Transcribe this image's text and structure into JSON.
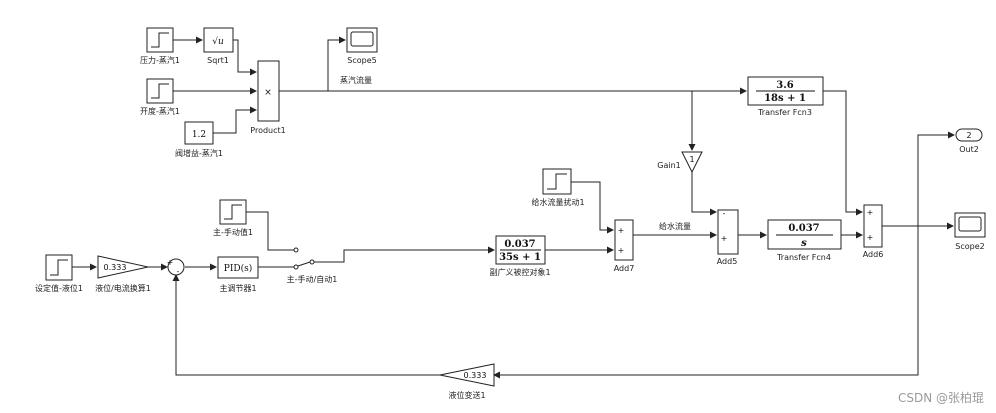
{
  "blocks": {
    "step_pressure": {
      "label": "压力-蒸汽1"
    },
    "sqrt": {
      "label": "Sqrt1",
      "symbol": "√u"
    },
    "step_opening": {
      "label": "开度-蒸汽1"
    },
    "const_gain": {
      "label": "阀增益-蒸汽1",
      "value": "1.2"
    },
    "product": {
      "label": "Product1",
      "symbol": "×"
    },
    "scope5": {
      "label": "Scope5"
    },
    "steam_flow": {
      "label": "蒸汽流量"
    },
    "tf3": {
      "label": "Transfer Fcn3",
      "num": "3.6",
      "den": "18s + 1"
    },
    "gain1": {
      "label": "Gain1",
      "value": "1"
    },
    "out2": {
      "label": "Out2",
      "value": "2"
    },
    "scope2": {
      "label": "Scope2"
    },
    "step_water_dist": {
      "label": "给水流量扰动1"
    },
    "step_manual": {
      "label": "主-手动值1"
    },
    "step_setpoint": {
      "label": "设定值-液位1"
    },
    "gain_convert": {
      "label": "液位/电流换算1",
      "value": "0.333"
    },
    "sum": {
      "label": ""
    },
    "pid": {
      "label": "主调节器1",
      "symbol": "PID(s)"
    },
    "switch": {
      "label": "主-手动/自动1"
    },
    "tf_plant": {
      "label": "副广义被控对象1",
      "num": "0.037",
      "den": "35s + 1"
    },
    "add7": {
      "label": "Add7"
    },
    "water_flow": {
      "label": "给水流量"
    },
    "add5": {
      "label": "Add5"
    },
    "tf4": {
      "label": "Transfer Fcn4",
      "num": "0.037",
      "den": "s"
    },
    "add6": {
      "label": "Add6"
    },
    "gain_feedback": {
      "label": "液位变送1",
      "value": "0.333"
    }
  },
  "watermark": "CSDN @张柏琨"
}
